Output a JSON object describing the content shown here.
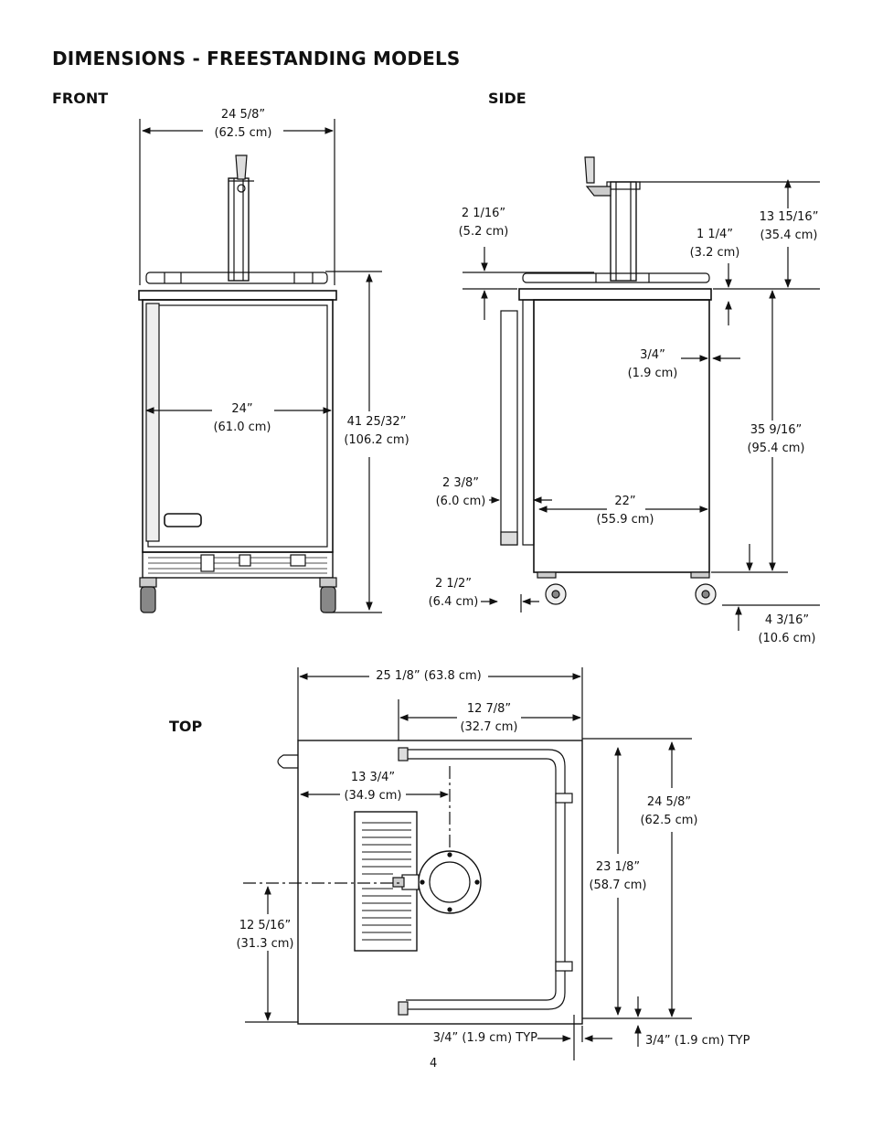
{
  "page": {
    "title": "DIMENSIONS - FREESTANDING MODELS",
    "page_number": "4"
  },
  "views": {
    "front": "FRONT",
    "side": "SIDE",
    "top": "TOP"
  },
  "front_dims": {
    "width_in": "24 5/8”",
    "width_cm": "(62.5 cm)",
    "body_in": "24”",
    "body_cm": "(61.0 cm)",
    "height_in": "41 25/32”",
    "height_cm": "(106.2 cm)"
  },
  "side_dims": {
    "rail_in": "2 1/16”",
    "rail_cm": "(5.2 cm)",
    "top_in": "1 1/4”",
    "top_cm": "(3.2 cm)",
    "tower_in": "13 15/16”",
    "tower_cm": "(35.4 cm)",
    "back_in": "3/4”",
    "back_cm": "(1.9 cm)",
    "cabinet_in": "35 9/16”",
    "cabinet_cm": "(95.4 cm)",
    "handle_in": "2 3/8”",
    "handle_cm": "(6.0 cm)",
    "depth_in": "22”",
    "depth_cm": "(55.9 cm)",
    "door_in": "2 1/2”",
    "door_cm": "(6.4 cm)",
    "caster_in": "4 3/16”",
    "caster_cm": "(10.6 cm)"
  },
  "top_dims": {
    "overall_width": "25 1/8” (63.8 cm)",
    "half_in": "12 7/8”",
    "half_cm": "(32.7 cm)",
    "center_in": "13 3/4”",
    "center_cm": "(34.9 cm)",
    "depth_in": "24 5/8”",
    "depth_cm": "(62.5 cm)",
    "inner_in": "23 1/8”",
    "inner_cm": "(58.7 cm)",
    "offset_in": "12 5/16”",
    "offset_cm": "(31.3 cm)",
    "typ_left": "3/4” (1.9 cm) TYP",
    "typ_right": "3/4” (1.9 cm) TYP"
  }
}
